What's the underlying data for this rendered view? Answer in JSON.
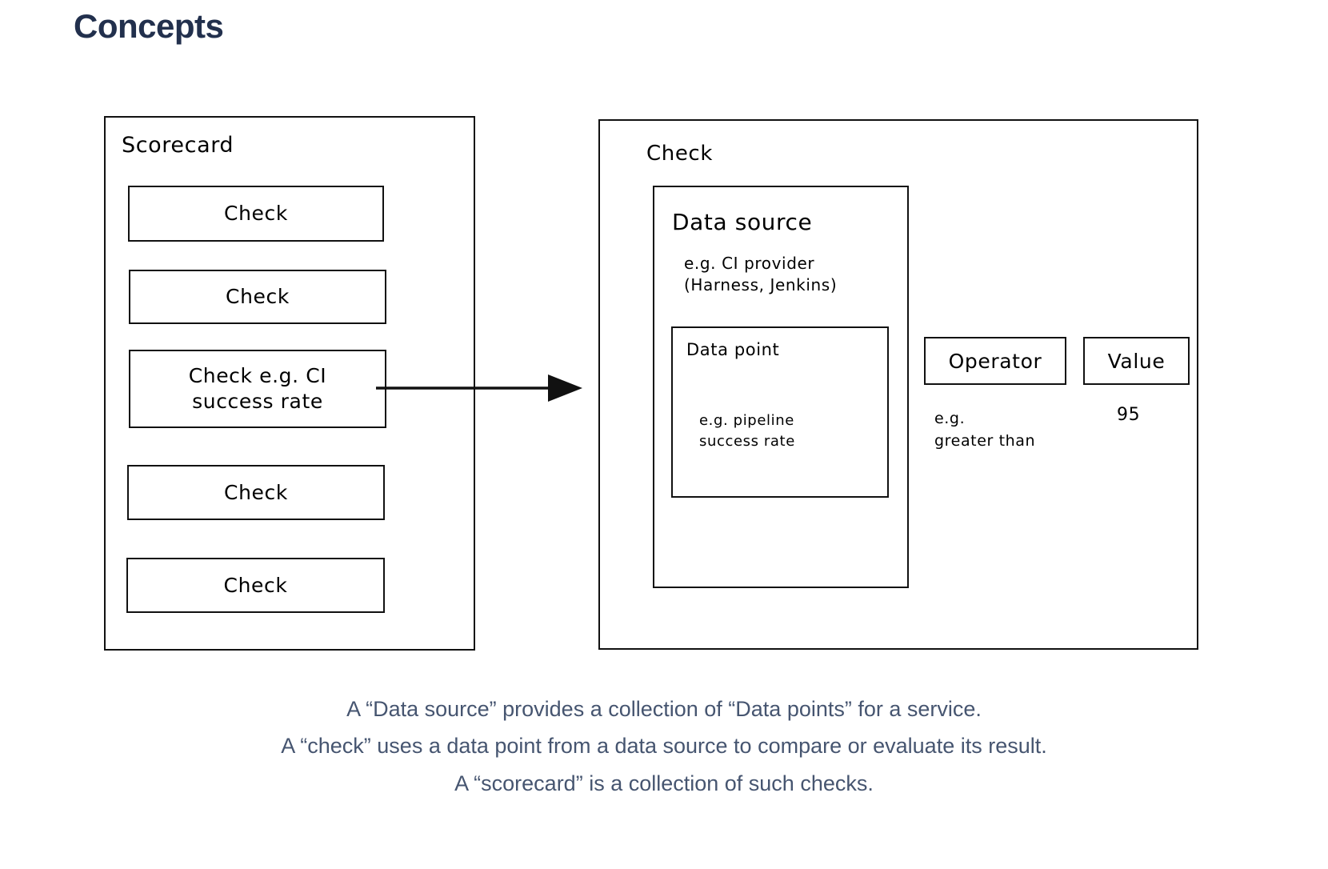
{
  "page": {
    "title": "Concepts",
    "title_color": "#22304d",
    "background_color": "#ffffff",
    "stroke_color": "#111111"
  },
  "scorecard": {
    "label": "Scorecard",
    "checks": [
      {
        "text": "Check"
      },
      {
        "text": "Check"
      },
      {
        "text": "Check e.g. CI\nsuccess rate"
      },
      {
        "text": "Check"
      },
      {
        "text": "Check"
      }
    ]
  },
  "connector": {
    "icon": "arrow-right-icon",
    "from": "scorecard-check-3",
    "to": "check-detail-panel"
  },
  "check_detail": {
    "label": "Check",
    "data_source": {
      "title": "Data source",
      "example": "e.g. CI provider\n(Harness, Jenkins)",
      "data_point": {
        "title": "Data point",
        "example": "e.g. pipeline\nsuccess rate"
      }
    },
    "operator": {
      "label": "Operator",
      "example": "e.g.\ngreater than"
    },
    "value": {
      "label": "Value",
      "example": "95"
    }
  },
  "caption": {
    "color": "#465570",
    "lines": [
      "A “Data source” provides a collection of “Data points” for a service.",
      "A “check” uses a data point from a data source to compare or evaluate its result.",
      "A “scorecard” is a collection of such checks."
    ]
  }
}
